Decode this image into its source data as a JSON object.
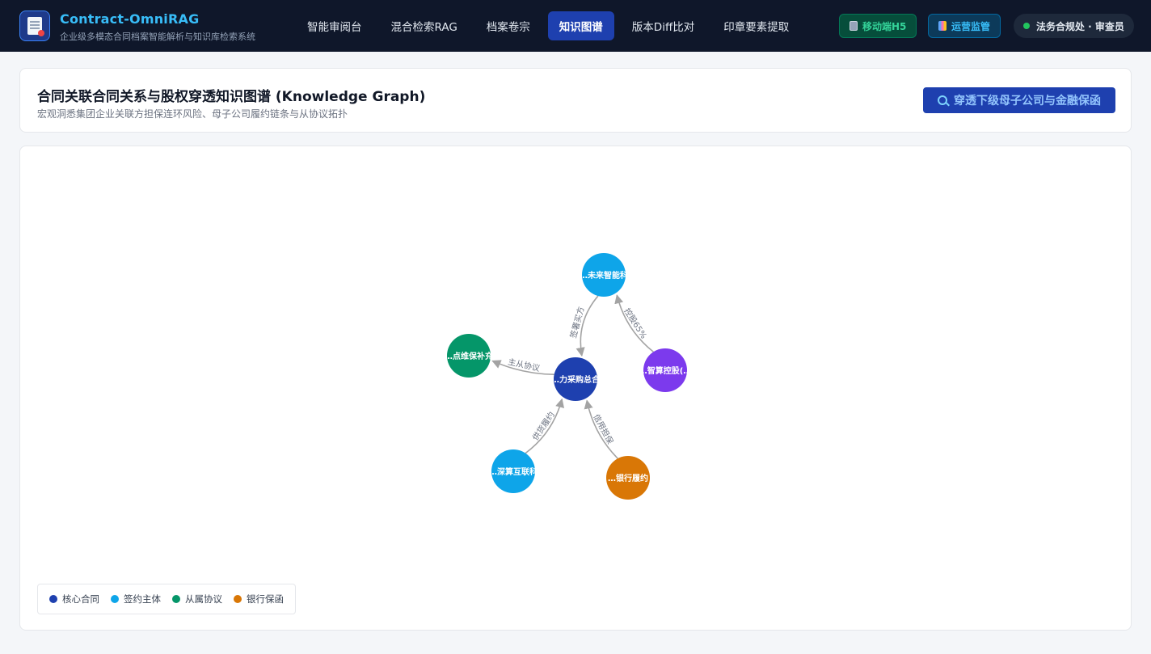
{
  "app": {
    "title": "Contract-OmniRAG",
    "subtitle": "企业级多模态合同档案智能解析与知识库检索系统"
  },
  "nav": {
    "items": [
      {
        "label": "智能审阅台",
        "active": false
      },
      {
        "label": "混合检索RAG",
        "active": false
      },
      {
        "label": "档案卷宗",
        "active": false
      },
      {
        "label": "知识图谱",
        "active": true
      },
      {
        "label": "版本Diff比对",
        "active": false
      },
      {
        "label": "印章要素提取",
        "active": false
      }
    ]
  },
  "header_actions": {
    "mobile_label": "移动端H5",
    "ops_label": "运营监管",
    "user_label": "法务合规处 · 审查员"
  },
  "page": {
    "title": "合同关联合同关系与股权穿透知识图谱 (Knowledge Graph)",
    "subtitle": "宏观洞悉集团企业关联方担保连环风险、母子公司履约链条与从协议拓扑",
    "action_label": "穿透下级母子公司与金融保函"
  },
  "graph": {
    "nodes": [
      {
        "id": "core",
        "label": "…力采购总合",
        "type": "核心合同",
        "color": "#1e40af"
      },
      {
        "id": "buyer",
        "label": "…未来智能科",
        "type": "签约主体",
        "color": "#0ea5e9"
      },
      {
        "id": "holding",
        "label": "…智算控股(…",
        "type": "股权主体",
        "color": "#7c3aed"
      },
      {
        "id": "supplement",
        "label": "…点维保补充",
        "type": "从属协议",
        "color": "#059669"
      },
      {
        "id": "supplier",
        "label": "…深算互联科",
        "type": "签约主体",
        "color": "#0ea5e9"
      },
      {
        "id": "bank",
        "label": "…银行履约",
        "type": "银行保函",
        "color": "#d97706"
      }
    ],
    "edges": [
      {
        "from": "buyer",
        "to": "core",
        "label": "签署买方"
      },
      {
        "from": "holding",
        "to": "buyer",
        "label": "控股65%"
      },
      {
        "from": "core",
        "to": "supplement",
        "label": "主从协议"
      },
      {
        "from": "supplier",
        "to": "core",
        "label": "供货履约"
      },
      {
        "from": "bank",
        "to": "core",
        "label": "信用担保"
      }
    ]
  },
  "legend": [
    {
      "label": "核心合同",
      "color": "#1e40af"
    },
    {
      "label": "签约主体",
      "color": "#0ea5e9"
    },
    {
      "label": "从属协议",
      "color": "#059669"
    },
    {
      "label": "银行保函",
      "color": "#d97706"
    }
  ]
}
